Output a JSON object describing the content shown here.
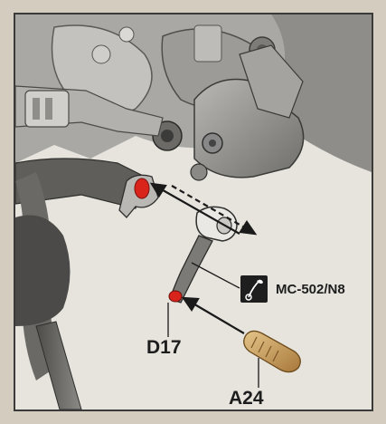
{
  "labels": {
    "part_d17": "D17",
    "part_a24": "A24",
    "lubricant_code": "MC-502/N8"
  },
  "icons": {
    "lubricant": "grease-brush-icon"
  },
  "colors": {
    "highlight_red": "#d9241c",
    "pin_brass": "#c99a52",
    "arrow": "#1a1a1a"
  }
}
